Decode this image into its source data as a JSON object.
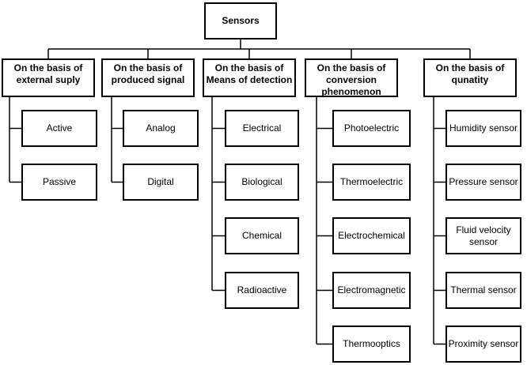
{
  "root": {
    "label": "Sensors"
  },
  "columns": [
    {
      "label": "On the basis of external suply",
      "items": [
        "Active",
        "Passive"
      ]
    },
    {
      "label": "On the basis of produced signal",
      "items": [
        "Analog",
        "Digital"
      ]
    },
    {
      "label": "On the basis of Means of detection",
      "items": [
        "Electrical",
        "Biological",
        "Chemical",
        "Radioactive"
      ]
    },
    {
      "label": "On the basis of conversion phenomenon",
      "items": [
        "Photoelectric",
        "Thermoelectric",
        "Electrochemical",
        "Electromagnetic",
        "Thermooptics"
      ]
    },
    {
      "label": "On the basis of qunatity",
      "items": [
        "Humidity sensor",
        "Pressure sensor",
        "Fluid velocity sensor",
        "Thermal sensor",
        "Proximity sensor"
      ]
    }
  ]
}
